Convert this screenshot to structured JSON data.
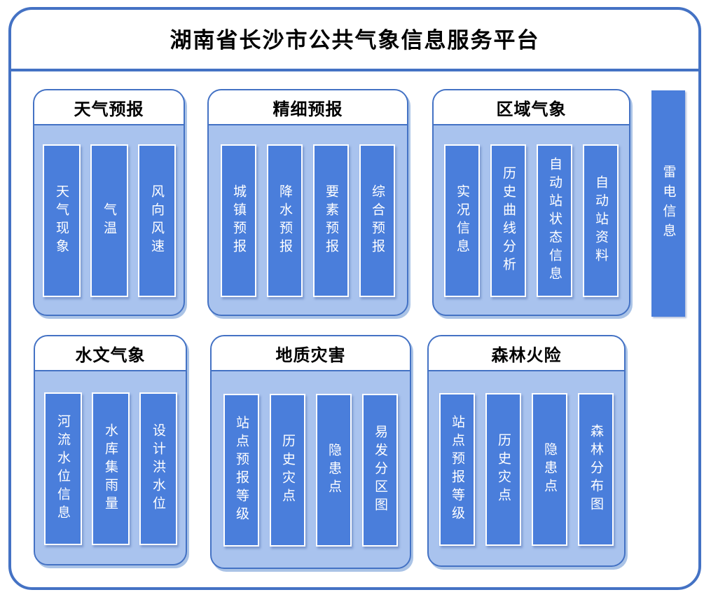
{
  "title": "湖南省长沙市公共气象信息服务平台",
  "colors": {
    "frame_border": "#4472C4",
    "group_body": "#A9C3EE",
    "bar_fill": "#4A7EDB",
    "bar_text": "#FFFFFF",
    "header_bg": "#FFFFFF",
    "title_text": "#000000"
  },
  "groups": [
    {
      "title": "天气预报",
      "items": [
        "天气现象",
        "气温",
        "风向风速"
      ]
    },
    {
      "title": "精细预报",
      "items": [
        "城镇预报",
        "降水预报",
        "要素预报",
        "综合预报"
      ]
    },
    {
      "title": "区域气象",
      "items": [
        "实况信息",
        "历史曲线分析",
        "自动站状态信息",
        "自动站资料"
      ]
    },
    {
      "title": "水文气象",
      "items": [
        "河流水位信息",
        "水库集雨量",
        "设计洪水位"
      ]
    },
    {
      "title": "地质灾害",
      "items": [
        "站点预报等级",
        "历史灾点",
        "隐患点",
        "易发分区图"
      ]
    },
    {
      "title": "森林火险",
      "items": [
        "站点预报等级",
        "历史灾点",
        "隐患点",
        "森林分布图"
      ]
    }
  ],
  "side_bar": {
    "label": "雷电信息"
  }
}
